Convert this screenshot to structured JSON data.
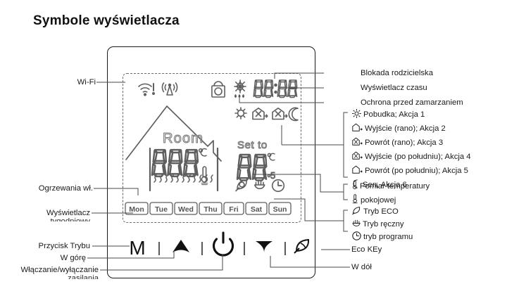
{
  "page": {
    "title": "Symbole wyświetlacza"
  },
  "device": {
    "brand": "thermostat-front-panel"
  },
  "lcd": {
    "room_label": "Room",
    "set_to_label": "Set to",
    "room_temp_digits": "88.8",
    "room_temp_unit": "°C",
    "set_temp_digits": "88",
    "set_temp_unit": "°C",
    "set_temp_half": ".5",
    "clock_digits": "88:88",
    "days": [
      "Mon",
      "Tue",
      "Wed",
      "Thu",
      "Fri",
      "Sat",
      "Sun"
    ],
    "icons": {
      "wifi": "wifi-icon",
      "rf": "rf-antenna-icon",
      "lock": "child-lock-icon",
      "frost": "snowflake-frost-icon",
      "wake": "sun-wake-icon",
      "leave_am": "house-leave-morning-icon",
      "back_am": "house-return-morning-icon",
      "leave_pm": "house-leave-afternoon-icon",
      "back_pm": "house-return-afternoon-icon",
      "sleep": "moon-sleep-icon",
      "thermometer": "thermometer-icon",
      "eco": "leaf-eco-icon",
      "hand": "hand-manual-icon",
      "clock": "clock-program-icon",
      "heating": "heating-waves-icon"
    }
  },
  "buttons": {
    "mode": "M",
    "up": "▲",
    "power": "power-icon",
    "down": "▼",
    "eco": "leaf-icon",
    "sep": "|"
  },
  "labels_left": [
    {
      "id": "wifi",
      "text": "Wi-Fi"
    },
    {
      "id": "heating-on",
      "text": "Ogrzewania wł."
    },
    {
      "id": "week-display-1",
      "text": "Wyświetlacz"
    },
    {
      "id": "week-display-2",
      "text": "tygodniowy"
    },
    {
      "id": "mode-button",
      "text": "Przycisk Trybu"
    },
    {
      "id": "up-button",
      "text": "W górę"
    },
    {
      "id": "power-1",
      "text": "Włączanie/wyłączanie"
    },
    {
      "id": "power-2",
      "text": "zasilania"
    }
  ],
  "labels_right": [
    {
      "id": "child-lock",
      "text": "Blokada rodzicielska"
    },
    {
      "id": "clock",
      "text": "Wyświetlacz czasu"
    },
    {
      "id": "frost",
      "text": "Ochrona przed zamarzaniem"
    }
  ],
  "actions": [
    {
      "id": "action-1",
      "icon": "sun-icon",
      "text": "Pobudka; Akcja 1"
    },
    {
      "id": "action-2",
      "icon": "house-out-am-icon",
      "text": "Wyjście (rano); Akcja 2"
    },
    {
      "id": "action-3",
      "icon": "house-in-am-icon",
      "text": "Powrót (rano); Akcja 3"
    },
    {
      "id": "action-4",
      "icon": "house-out-pm-icon",
      "text": "Wyjście (po południu); Akcja 4"
    },
    {
      "id": "action-5",
      "icon": "house-in-pm-icon",
      "text": "Powrót (po południu); Akcja 5"
    },
    {
      "id": "action-6",
      "icon": "moon-icon",
      "text": "Sen, Akcja 6"
    }
  ],
  "sensor": [
    {
      "id": "sensor-1",
      "icon": "thermometer-icon",
      "text": "Pomiar temperatury"
    },
    {
      "id": "sensor-2",
      "icon": "thermometer-room-icon",
      "text": "pokojowej"
    }
  ],
  "modes": [
    {
      "id": "mode-eco",
      "icon": "leaf-icon",
      "text": "Tryb ECO"
    },
    {
      "id": "mode-manual",
      "icon": "hand-icon",
      "text": "Tryb ręczny"
    },
    {
      "id": "mode-program",
      "icon": "clock-icon",
      "text": "tryb programu"
    }
  ],
  "labels_right_bottom": [
    {
      "id": "eco-key",
      "text": "Eco KEy"
    },
    {
      "id": "down-button",
      "text": "W dół"
    }
  ],
  "colors": {
    "ink": "#1a1a1a",
    "lcd_ghost": "#6f6f6f",
    "leader": "#4a4a4a"
  }
}
